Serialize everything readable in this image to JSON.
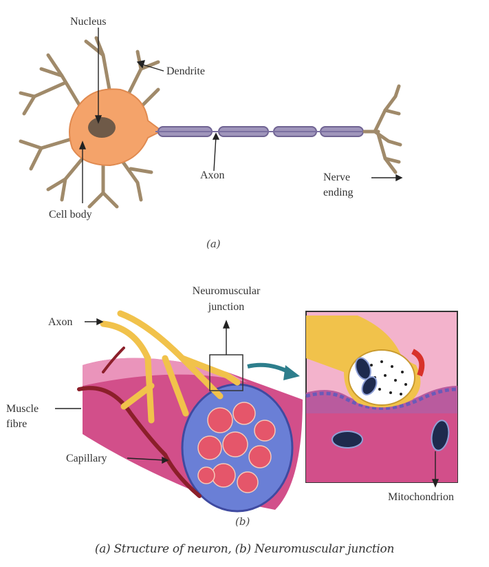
{
  "figure_a": {
    "labels": {
      "nucleus": "Nucleus",
      "dendrite": "Dendrite",
      "axon": "Axon",
      "nerve_ending_1": "Nerve",
      "nerve_ending_2": "ending",
      "cell_body": "Cell body"
    },
    "sublabel": "(a)"
  },
  "figure_b": {
    "labels": {
      "nmj_1": "Neuromuscular",
      "nmj_2": "junction",
      "axon": "Axon",
      "muscle_1": "Muscle",
      "muscle_2": "fibre",
      "capillary": "Capillary",
      "mitochondrion": "Mitochondrion"
    },
    "sublabel": "(b)"
  },
  "caption": "(a) Structure of neuron, (b) Neuromuscular junction",
  "colors": {
    "cell_body": "#f4a36a",
    "dendrite": "#a08a6a",
    "axon": "#8a7fa6",
    "nucleus": "#6f5a48",
    "nerve_axon": "#f1c24b",
    "muscle": "#d24f8a",
    "muscle_light": "#f0a5c7",
    "capillary": "#8b1f2a",
    "vesicle_bg": "#ffffff",
    "mitochondria": "#1e2a4d",
    "membrane": "#6a5ab8",
    "arrow_teal": "#2d7e8c"
  }
}
